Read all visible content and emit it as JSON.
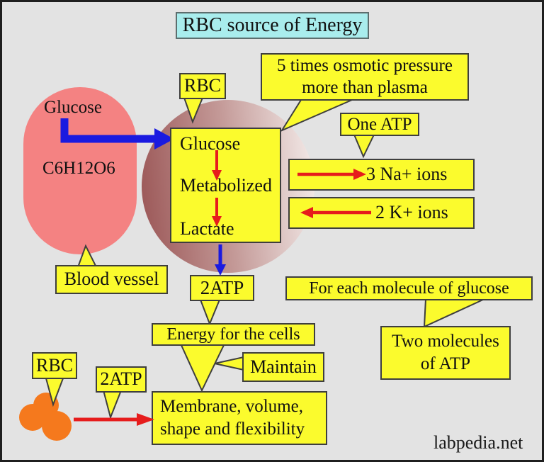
{
  "title": "RBC source of Energy",
  "watermark": "labpedia.net",
  "blood_vessel": {
    "glucose": "Glucose",
    "formula": "C6H12O6",
    "label": "Blood vessel"
  },
  "rbc_top_label": "RBC",
  "cell_box": {
    "line1": "Glucose",
    "line2": "Metabolized",
    "line3": "Lactate"
  },
  "osmotic_note": {
    "line1": "5 times osmotic pressure",
    "line2": "more than plasma"
  },
  "one_atp_label": "One ATP",
  "sodium_label": "3 Na+ ions",
  "potassium_label": "2 K+ ions",
  "atp_output_label": "2ATP",
  "energy_label": "Energy for the cells",
  "maintain_label": "Maintain",
  "membrane_note": {
    "line1": "Membrane, volume,",
    "line2": "shape and flexibility"
  },
  "glucose_note": "For each molecule of glucose",
  "two_molecules_note": {
    "line1": "Two molecules",
    "line2": "of ATP"
  },
  "rbc_bottom_label": "RBC",
  "atp_bottom_label": "2ATP",
  "colors": {
    "box_yellow": "#fbfb2d",
    "title_cyan": "#a9eded",
    "vessel_pink": "#f48282",
    "rbc_dark": "#9d5a5a",
    "rbc_mid": "#c49a98",
    "rbc_light": "#f1e7e5",
    "arrow_blue": "#1a1ae0",
    "arrow_red": "#e61c1c",
    "cell_orange": "#f5791d",
    "background": "#e3e3e3"
  }
}
